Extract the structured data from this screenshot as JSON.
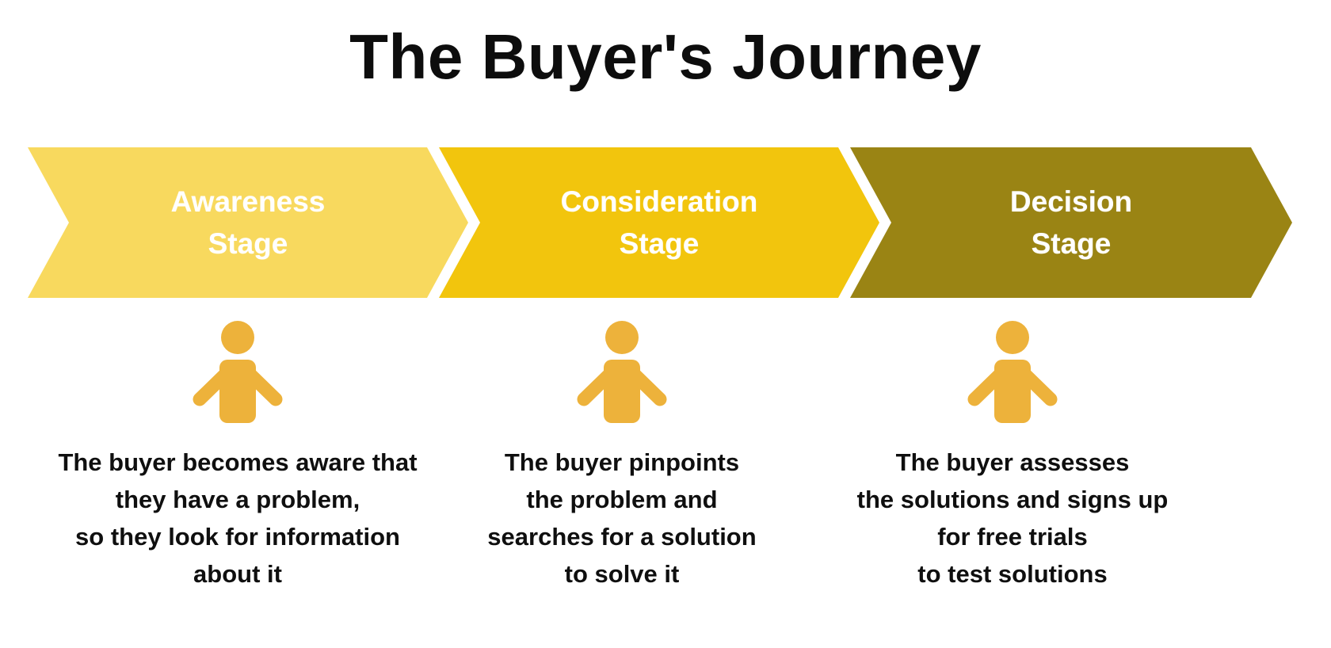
{
  "title": "The Buyer's Journey",
  "colors": {
    "stage1": "#F8D95E",
    "stage2": "#F2C50D",
    "stage3": "#9A8414",
    "icon": "#EDB23B",
    "label": "#FFFFFF",
    "text": "#0F0F0F",
    "background": "#FFFFFF"
  },
  "stages": [
    {
      "label": "Awareness\nStage",
      "icon": "person-icon",
      "description": "The buyer becomes aware that\nthey have a problem,\nso they look for information\nabout it"
    },
    {
      "label": "Consideration\nStage",
      "icon": "person-icon",
      "description": "The buyer pinpoints\nthe problem and\nsearches for a solution\nto solve it"
    },
    {
      "label": "Decision\nStage",
      "icon": "person-icon",
      "description": "The buyer assesses\nthe solutions and signs up\nfor free trials\nto test solutions"
    }
  ]
}
